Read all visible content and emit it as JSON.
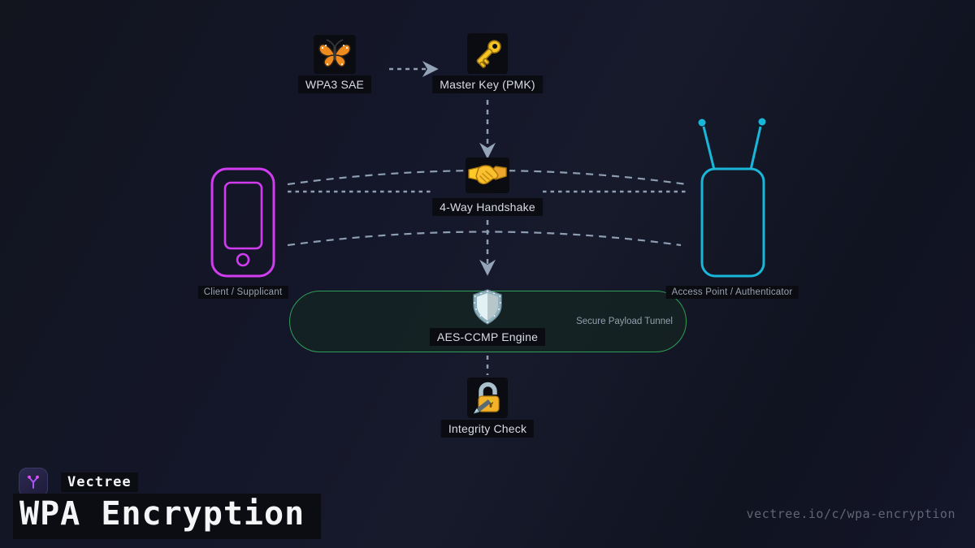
{
  "brand": {
    "name": "Vectree",
    "logo_icon": "vectree-branch-icon"
  },
  "title": {
    "text": "WPA Encryption"
  },
  "footer": {
    "url": "vectree.io/c/wpa-encryption"
  },
  "diagram": {
    "nodes": {
      "wpa3_sae": {
        "label": "WPA3 SAE",
        "icon": "butterfly-icon"
      },
      "master_key": {
        "label": "Master Key (PMK)",
        "icon": "key-icon"
      },
      "handshake": {
        "label": "4-Way Handshake",
        "icon": "handshake-icon"
      },
      "client": {
        "label": "Client / Supplicant",
        "icon": "smartphone-icon",
        "color": "#d23cf0"
      },
      "access_point": {
        "label": "Access Point / Authenticator",
        "icon": "router-antenna-icon",
        "color": "#1ab6da"
      },
      "aes_ccmp": {
        "label": "AES-CCMP Engine",
        "sublabel": "Secure Payload Tunnel",
        "icon": "shield-icon",
        "border_color": "#2f9e58"
      },
      "integrity": {
        "label": "Integrity Check",
        "icon": "locked-with-pen-icon"
      }
    },
    "connector_color": "#8d9db2"
  }
}
